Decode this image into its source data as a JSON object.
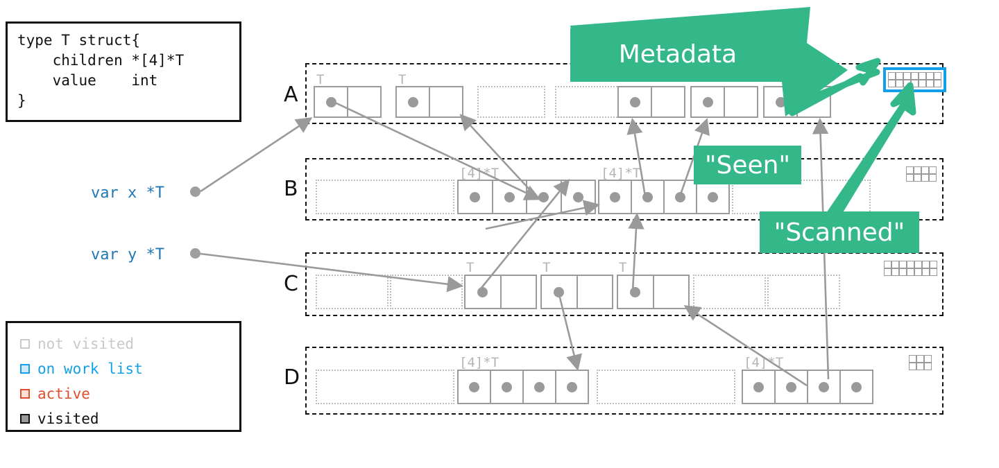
{
  "code_box": {
    "lines": [
      "type T struct{",
      "    children *[4]*T",
      "    value    int",
      "}"
    ]
  },
  "legend": {
    "items": [
      {
        "label": "not visited",
        "color": "#c9c9c9",
        "fill": "#ffffff"
      },
      {
        "label": "on work list",
        "color": "#13a0e8",
        "fill": "#cfe9fb"
      },
      {
        "label": "active",
        "color": "#e04e2b",
        "fill": "#fbe0d8"
      },
      {
        "label": "visited",
        "color": "#111111",
        "fill": "#9a9a9a"
      }
    ]
  },
  "variables": [
    {
      "label": "var x *T",
      "color": "#1f77b4"
    },
    {
      "label": "var y *T",
      "color": "#1f77b4"
    }
  ],
  "callouts": [
    {
      "name": "metadata",
      "text": "Metadata"
    },
    {
      "name": "seen",
      "text": "\"Seen\""
    },
    {
      "name": "scanned",
      "text": "\"Scanned\""
    }
  ],
  "colors": {
    "accent_green": "#34b88a",
    "work_list_blue": "#13a0e8",
    "object_gray": "#9a9a9a",
    "ghost_gray": "#bdbdbd",
    "type_tag_gray": "#b5b5b5",
    "var_blue": "#1f77b4"
  },
  "rows": [
    {
      "label": "A",
      "objects": [
        {
          "kind": "solid",
          "type_tag": "T",
          "cells": 2,
          "dots": [
            0
          ]
        },
        {
          "kind": "solid",
          "type_tag": "T",
          "cells": 2,
          "dots": [
            0
          ]
        },
        {
          "kind": "ghost",
          "type_tag": "",
          "cells": 1,
          "dots": []
        },
        {
          "kind": "ghost",
          "type_tag": "",
          "cells": 1,
          "dots": []
        },
        {
          "kind": "solid",
          "type_tag": "T",
          "cells": 2,
          "dots": [
            0
          ]
        },
        {
          "kind": "solid",
          "type_tag": "T",
          "cells": 2,
          "dots": [
            0
          ]
        },
        {
          "kind": "solid",
          "type_tag": "T",
          "cells": 2,
          "dots": [
            0
          ]
        }
      ],
      "metadata": {
        "rows": 2,
        "cols": 7,
        "state": "on work list"
      }
    },
    {
      "label": "B",
      "objects": [
        {
          "kind": "ghost",
          "type_tag": "",
          "cells": 1,
          "dots": []
        },
        {
          "kind": "solid",
          "type_tag": "[4]*T",
          "cells": 4,
          "dots": [
            0,
            1,
            2,
            3
          ]
        },
        {
          "kind": "solid",
          "type_tag": "[4]*T",
          "cells": 4,
          "dots": [
            0,
            1,
            2,
            3
          ]
        },
        {
          "kind": "ghost",
          "type_tag": "",
          "cells": 1,
          "dots": []
        }
      ],
      "metadata": {
        "rows": 2,
        "cols": 4,
        "state": "not visited"
      }
    },
    {
      "label": "C",
      "objects": [
        {
          "kind": "ghost",
          "type_tag": "",
          "cells": 1,
          "dots": []
        },
        {
          "kind": "ghost",
          "type_tag": "",
          "cells": 1,
          "dots": []
        },
        {
          "kind": "solid",
          "type_tag": "T",
          "cells": 2,
          "dots": [
            0
          ]
        },
        {
          "kind": "solid",
          "type_tag": "T",
          "cells": 2,
          "dots": [
            0
          ]
        },
        {
          "kind": "solid",
          "type_tag": "T",
          "cells": 2,
          "dots": [
            0
          ]
        },
        {
          "kind": "ghost",
          "type_tag": "",
          "cells": 1,
          "dots": []
        },
        {
          "kind": "ghost",
          "type_tag": "",
          "cells": 1,
          "dots": []
        }
      ],
      "metadata": {
        "rows": 2,
        "cols": 7,
        "state": "not visited"
      }
    },
    {
      "label": "D",
      "objects": [
        {
          "kind": "ghost",
          "type_tag": "",
          "cells": 1,
          "dots": []
        },
        {
          "kind": "solid",
          "type_tag": "[4]*T",
          "cells": 4,
          "dots": [
            0,
            1,
            2,
            3
          ]
        },
        {
          "kind": "ghost",
          "type_tag": "",
          "cells": 1,
          "dots": []
        },
        {
          "kind": "solid",
          "type_tag": "[4]*T",
          "cells": 4,
          "dots": [
            0,
            1,
            2,
            3
          ]
        }
      ],
      "metadata": {
        "rows": 2,
        "cols": 3,
        "state": "not visited"
      }
    }
  ]
}
